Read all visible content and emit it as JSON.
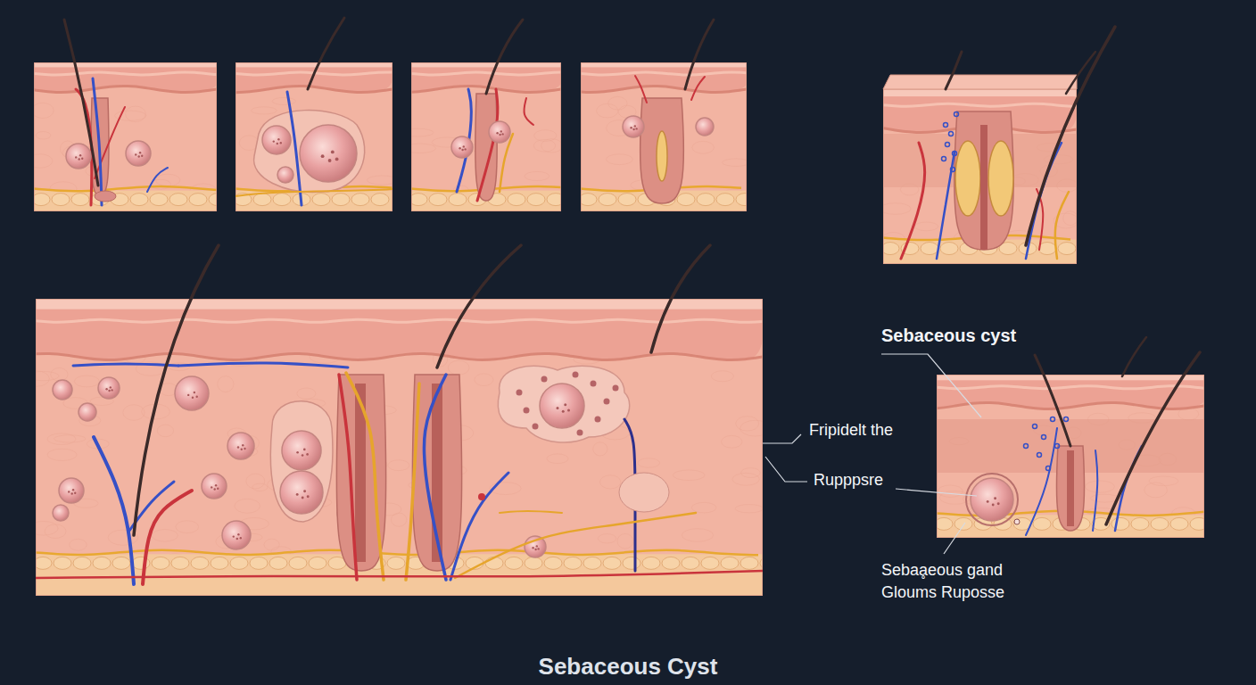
{
  "diagram": {
    "title": "Sebaceous Cyst",
    "labels": [
      "Sebaceous cyst",
      "Fripidelt the",
      "Rupppsre",
      "Sebaḁeous gand Gloums Ruposse"
    ]
  }
}
